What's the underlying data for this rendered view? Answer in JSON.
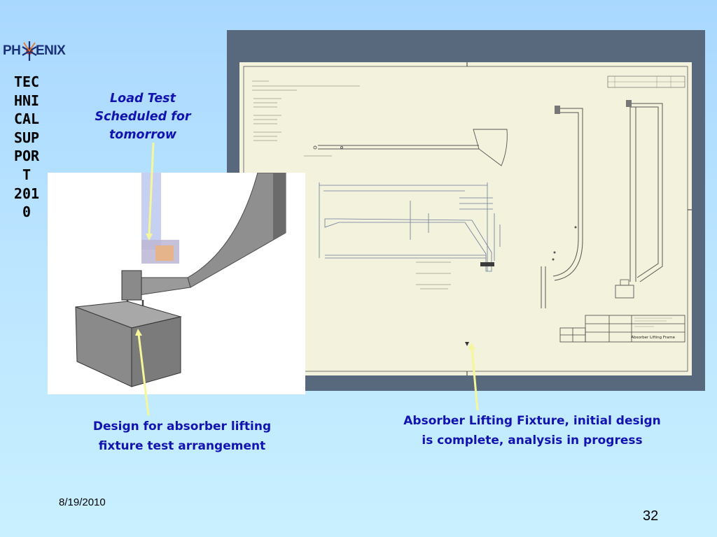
{
  "logo": {
    "text_left": "PH",
    "text_right": "ENIX"
  },
  "sidebar": {
    "vertical_title": "TECHNICAL  SUPPORT  2010"
  },
  "captions": {
    "load_test": "Load Test Scheduled for tomorrow",
    "design": "Design for absorber lifting fixture test arrangement",
    "absorber": "Absorber Lifting Fixture, initial design is complete, analysis in progress"
  },
  "drawing": {
    "title_block_name": "Absorber Lifting Frame"
  },
  "footer": {
    "date": "8/19/2010",
    "slide_number": "32"
  },
  "colors": {
    "caption": "#1313b0",
    "frame": "#58697e",
    "paper": "#f3f2dc",
    "arrow": "#f6f69a"
  }
}
